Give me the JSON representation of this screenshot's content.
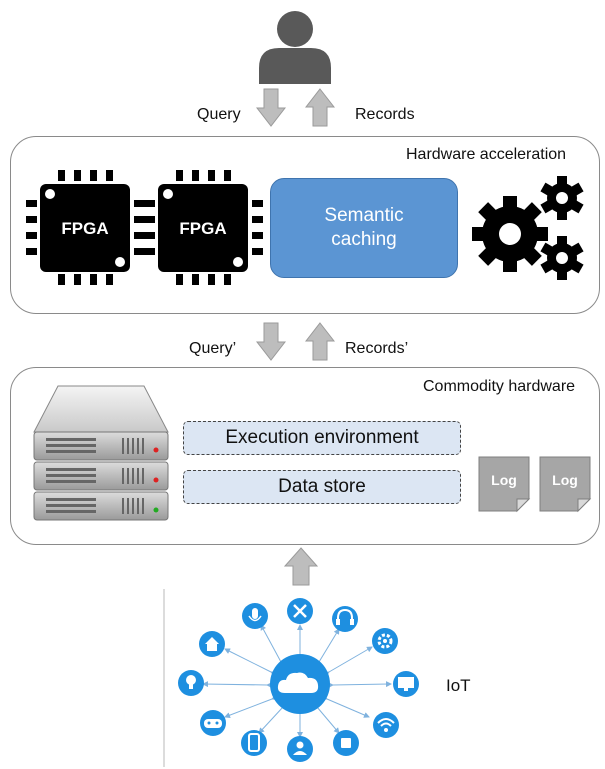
{
  "top_flow": {
    "query_label": "Query",
    "records_label": "Records"
  },
  "hardware_acceleration": {
    "title": "Hardware acceleration",
    "fpga_labels": [
      "FPGA",
      "FPGA"
    ],
    "semantic_caching_label": "Semantic caching"
  },
  "middle_flow": {
    "query_label": "Query’",
    "records_label": "Records’"
  },
  "commodity_hardware": {
    "title": "Commodity hardware",
    "execution_environment_label": "Execution environment",
    "data_store_label": "Data store",
    "log_labels": [
      "Log",
      "Log"
    ]
  },
  "iot": {
    "label": "IoT",
    "device_icons": [
      "microphone-icon",
      "tools-icon",
      "headphones-icon",
      "gear-icon",
      "monitor-icon",
      "wifi-icon",
      "square-icon",
      "user-icon",
      "phone-icon",
      "gamepad-icon",
      "lightbulb-icon",
      "home-icon"
    ]
  },
  "colors": {
    "accent_blue": "#5b95d3",
    "iot_blue": "#1e8fe0",
    "arrow_gray": "#bdbdbd",
    "box_border": "#8a8a8a",
    "data_fill": "#dce6f3"
  },
  "icons": [
    "user-icon",
    "gears-icon",
    "server-icon",
    "cloud-icon"
  ]
}
